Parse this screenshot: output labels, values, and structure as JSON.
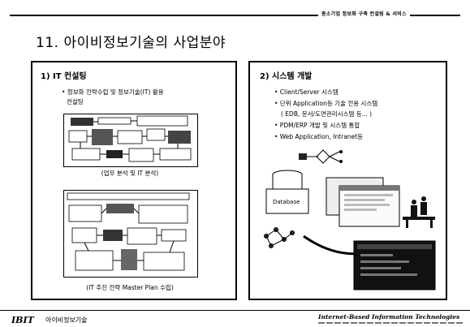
{
  "header": {
    "caption": "중소기업 정보화 구축 컨설팅 & 서비스"
  },
  "slide": {
    "title": "11. 아이비정보기술의 사업분야"
  },
  "left_panel": {
    "title": "1) IT 컨설팅",
    "bullets": [
      "• 정보화 전략수립 및 정보기술(IT) 활용",
      "컨설팅"
    ],
    "caption_1": "(업무 분석 및 IT 분석)",
    "caption_2": "(IT 추진 전략 Master Plan 수립)"
  },
  "right_panel": {
    "title": "2) 시스템 개발",
    "bullets": [
      "• Client/Server 시스템",
      "• 단위 Application등 기술 전용 시스템",
      "( EDB, 문서/도면관리시스템 등... )",
      "• PDM/ERP 개발 및 시스템 통합",
      "• Web Application, Intranet등"
    ],
    "db_label": "Database"
  },
  "footer": {
    "brand": "IBIT",
    "company": "아이비정보기술",
    "tagline": "Internet-Based Information Technologies"
  }
}
